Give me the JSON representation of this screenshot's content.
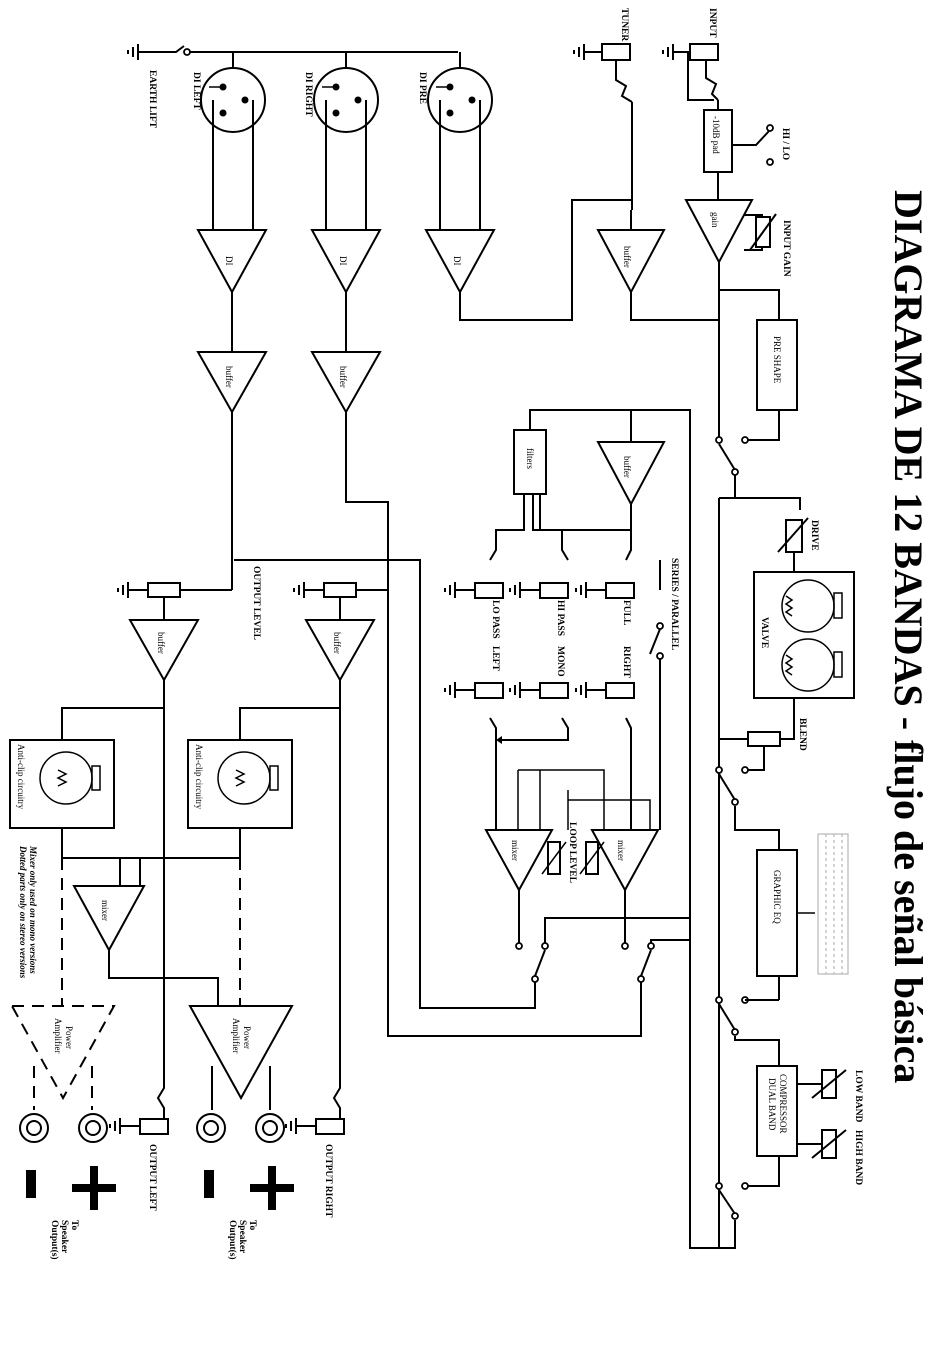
{
  "title": "DIAGRAMA DE 12 BANDAS - flujo de señal básica",
  "inputs": {
    "tuner": "TUNER",
    "input": "INPUT",
    "hi_lo": "HI / LO",
    "pad": "-10dB pad",
    "input_gain": "INPUT GAIN",
    "gain": "gain"
  },
  "di": {
    "earth_lift": "EARTH LIFT",
    "left": "DI LEFT",
    "right": "DI RIGHT",
    "pre": "DI PRE",
    "amp": "DI"
  },
  "blocks": {
    "buffer": "buffer",
    "pre_shape": "PRE SHAPE",
    "drive": "DRIVE",
    "valve": "VALVE",
    "blend": "BLEND",
    "graphic_eq": "GRAPHIC EQ",
    "compressor_line1": "DUAL BAND",
    "compressor_line2": "COMPRESSOR",
    "low_band": "LOW BAND",
    "high_band": "HIGH BAND",
    "filters": "filters",
    "mixer": "mixer",
    "loop_level": "LOOP LEVEL",
    "series_parallel": "SERIES / PARALLEL",
    "anti_clip": "Anti-clip circuitry",
    "power_amp_line1": "Power",
    "power_amp_line2": "Amplifier",
    "output_level": "OUTPUT LEVEL"
  },
  "jacks": {
    "full": "FULL",
    "right": "RIGHT",
    "hi_pass": "HI PASS",
    "mono": "MONO",
    "lo_pass": "LO PASS",
    "left": "LEFT"
  },
  "outputs": {
    "left": "OUTPUT LEFT",
    "right": "OUTPUT RIGHT",
    "speaker_line1": "To",
    "speaker_line2": "Speaker",
    "speaker_line3": "Output(s)"
  },
  "notes": {
    "line1": "Mixer only used on mono versions",
    "line2": "Dotted parts only on stereo versions"
  }
}
